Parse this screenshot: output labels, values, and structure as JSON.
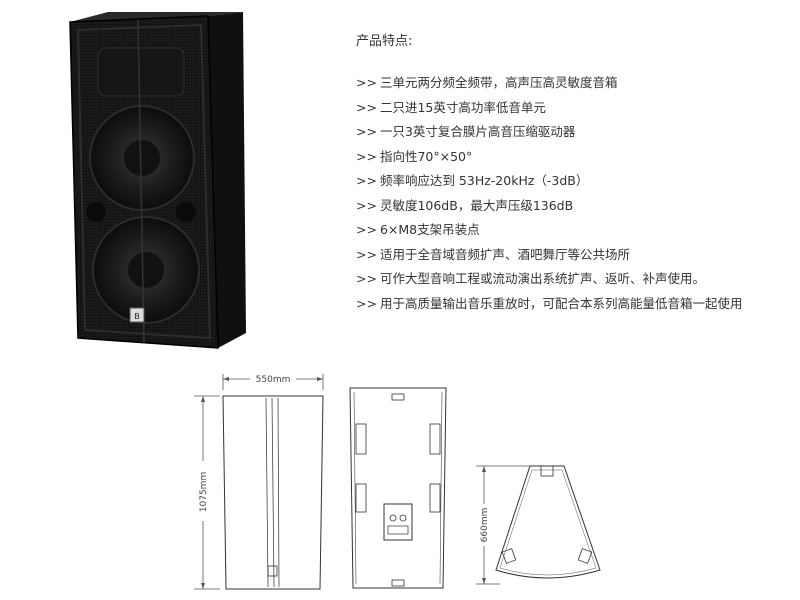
{
  "features_title": "产品特点:",
  "bullet_marker": ">>",
  "features": [
    "三单元两分频全频带，高声压高灵敏度音箱",
    "二只进15英寸高功率低音单元",
    "一只3英寸复合膜片高音压缩驱动器",
    "指向性70°×50°",
    "频率响应达到 53Hz-20kHz（-3dB）",
    "灵敏度106dB，最大声压级136dB",
    "6×M8支架吊装点",
    "适用于全音域音频扩声、酒吧舞厅等公共场所",
    "可作大型音响工程或流动演出系统扩声、返听、补声使用。",
    "用于高质量输出音乐重放时，可配合本系列高能量低音箱一起使用"
  ],
  "dimensions": {
    "width": "550mm",
    "height": "1075mm",
    "depth": "660mm"
  }
}
